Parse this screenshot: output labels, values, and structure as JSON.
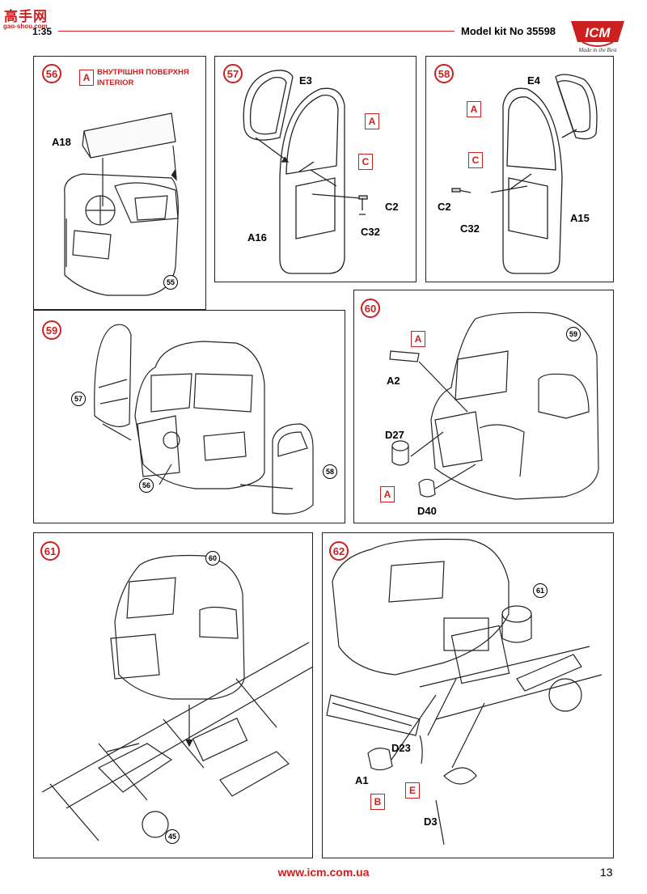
{
  "header": {
    "watermark_cjk": "高手网",
    "watermark_url": "gao-shou.com",
    "scale": "1:35",
    "model_kit": "Model kit No 35598",
    "logo_text": "ICM",
    "logo_tagline": "Made in the Best"
  },
  "steps": {
    "s56": {
      "number": "56",
      "paint_code": "A",
      "note_line1": "ВНУТРІШНЯ ПОВЕРХНЯ",
      "note_line2": "INTERIOR",
      "part": "A18",
      "ref": "55"
    },
    "s57": {
      "number": "57",
      "part_window": "E3",
      "part_door": "A16",
      "paint_a": "A",
      "paint_c": "C",
      "part_handle": "C2",
      "part_handle2": "C32"
    },
    "s58": {
      "number": "58",
      "part_window": "E4",
      "part_door": "A15",
      "paint_a": "A",
      "paint_c": "C",
      "part_handle": "C2",
      "part_handle2": "C32"
    },
    "s59": {
      "number": "59",
      "ref_left_door": "57",
      "ref_right_door": "58",
      "ref_interior": "56"
    },
    "s60": {
      "number": "60",
      "ref": "59",
      "paint_a1": "A",
      "part_a2": "A2",
      "part_d27": "D27",
      "paint_a2": "A",
      "part_d40": "D40"
    },
    "s61": {
      "number": "61",
      "ref_cab": "60",
      "ref_chassis": "45"
    },
    "s62": {
      "number": "62",
      "ref": "61",
      "part_a1": "A1",
      "paint_b": "B",
      "part_d23": "D23",
      "paint_e": "E",
      "part_d3": "D3"
    }
  },
  "footer": {
    "url": "www.icm.com.ua",
    "page_number": "13"
  },
  "colors": {
    "accent": "#cc1f1f",
    "line": "#222222"
  }
}
